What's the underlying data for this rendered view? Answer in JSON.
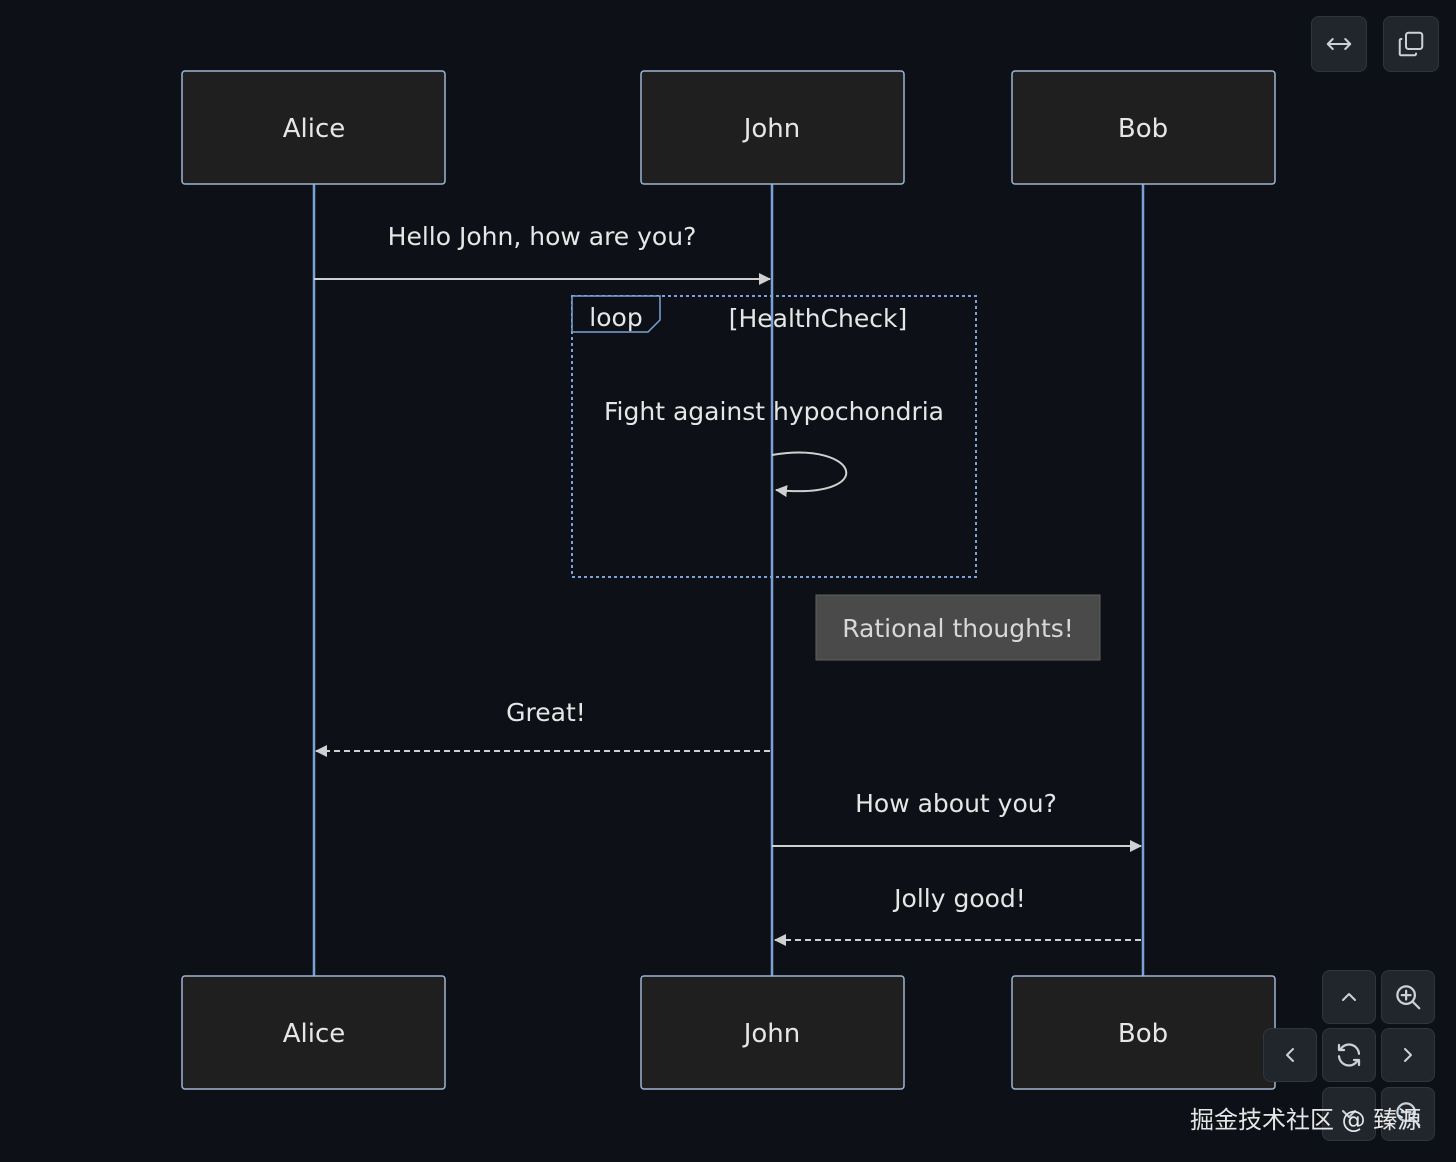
{
  "diagram": {
    "type": "sequence",
    "participants": [
      "Alice",
      "John",
      "Bob"
    ],
    "messages": [
      {
        "from": "Alice",
        "to": "John",
        "text": "Hello John, how are you?",
        "style": "solid"
      },
      {
        "from": "John",
        "to": "John",
        "text": "Fight against hypochondria",
        "style": "solid"
      },
      {
        "from": "John",
        "to": "Alice",
        "text": "Great!",
        "style": "dashed"
      },
      {
        "from": "John",
        "to": "Bob",
        "text": "How about you?",
        "style": "solid"
      },
      {
        "from": "Bob",
        "to": "John",
        "text": "Jolly good!",
        "style": "dashed"
      }
    ],
    "loop": {
      "label": "loop",
      "condition": "[HealthCheck]"
    },
    "note": {
      "text": "Rational thoughts!"
    }
  },
  "controls": {
    "top": [
      "expand-horizontal-icon",
      "copy-icon"
    ],
    "pan_zoom": [
      "chevron-up-icon",
      "zoom-in-icon",
      "chevron-left-icon",
      "reset-icon",
      "chevron-right-icon",
      "zoom-out-icon"
    ]
  },
  "watermark": "掘金技术社区 @ 臻源",
  "colors": {
    "background": "#0d1117",
    "lifeline": "#7aa2d6",
    "actor_fill": "#1f1f1f",
    "note_fill": "#4a4a4a"
  }
}
